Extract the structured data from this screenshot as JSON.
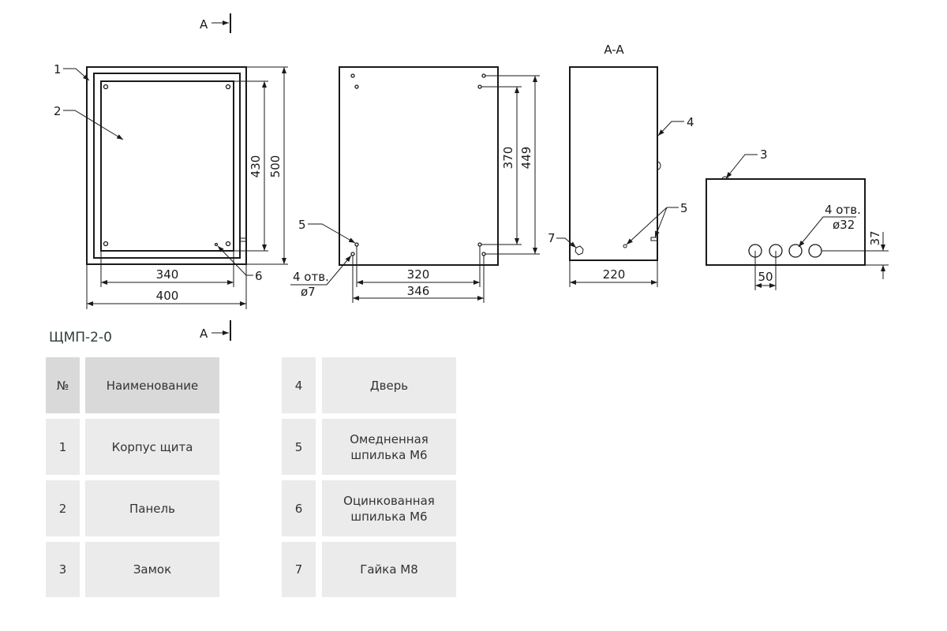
{
  "section_mark": "A",
  "section_title": "A-A",
  "model": "ЩМП-2-0",
  "front_view": {
    "callouts": [
      "1",
      "2",
      "6"
    ],
    "dims": {
      "panel_height": "430",
      "height": "500",
      "panel_width": "340",
      "width": "400"
    }
  },
  "back_view": {
    "callouts": [
      "5"
    ],
    "holes_label": "4 отв.",
    "holes_diameter": "ø7",
    "dims": {
      "inner_v": "370",
      "outer_v": "449",
      "inner_h": "320",
      "outer_h": "346"
    }
  },
  "side_view": {
    "callouts": [
      "4",
      "5",
      "7"
    ],
    "dims": {
      "depth": "220"
    }
  },
  "bottom_view": {
    "callouts": [
      "3"
    ],
    "holes_label": "4 отв.",
    "holes_diameter": "ø32",
    "dims": {
      "pitch": "50",
      "offset": "37"
    }
  },
  "table": {
    "header": {
      "num": "№",
      "name": "Наименование"
    },
    "rows_left": [
      {
        "num": "1",
        "name": "Корпус щита"
      },
      {
        "num": "2",
        "name": "Панель"
      },
      {
        "num": "3",
        "name": "Замок"
      }
    ],
    "rows_right": [
      {
        "num": "4",
        "name": "Дверь"
      },
      {
        "num": "5",
        "name": "Омедненная шпилька М6"
      },
      {
        "num": "6",
        "name": "Оцинкованная шпилька М6"
      },
      {
        "num": "7",
        "name": "Гайка М8"
      }
    ]
  }
}
